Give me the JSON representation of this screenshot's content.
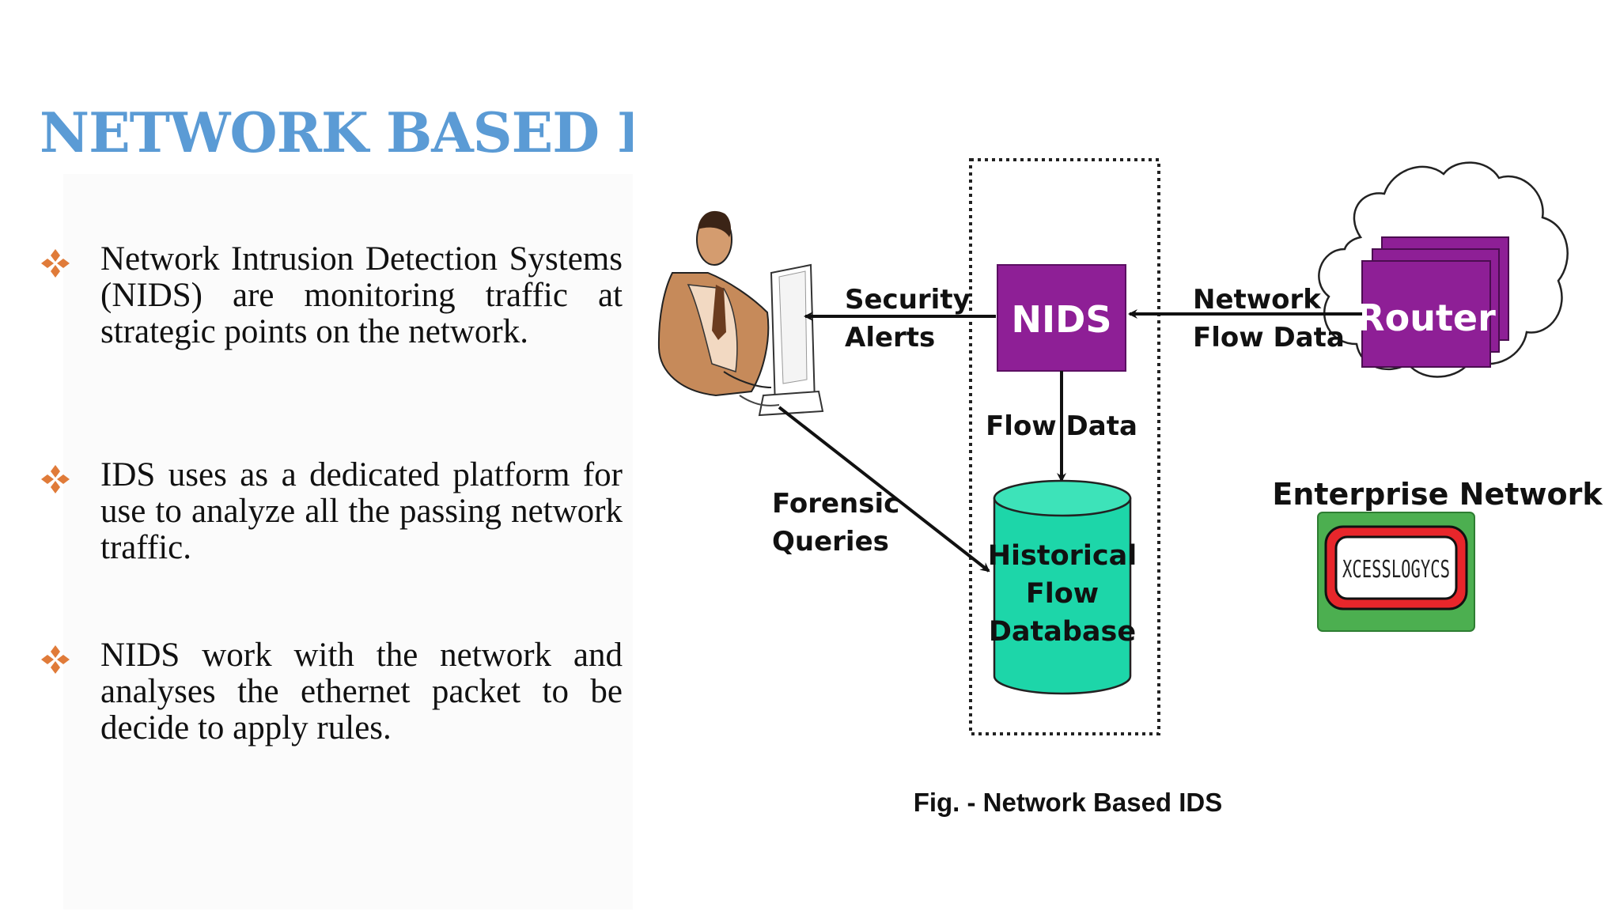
{
  "slide": {
    "title": "NETWORK BASED IDS",
    "bullets": [
      {
        "text": "Network Intrusion Detection Systems (NIDS) are monitoring traffic at strategic points on the network."
      },
      {
        "text": "IDS uses as a dedicated platform for use to analyze all the passing network traffic."
      },
      {
        "text": "NIDS work with the network and analyses the ethernet packet to be decide to apply rules."
      }
    ],
    "bullet_icon": "diamond-cluster-icon"
  },
  "diagram": {
    "nids_label": "NIDS",
    "router_label": "Router",
    "database_lines": [
      "Historical",
      "Flow",
      "Database"
    ],
    "security_alerts_lines": [
      "Security",
      "Alerts"
    ],
    "network_flow_lines": [
      "Network",
      "Flow Data"
    ],
    "flow_data_label": "Flow Data",
    "forensic_lines": [
      "Forensic",
      "Queries"
    ],
    "enterprise_label": "Enterprise Network",
    "logo_text": "XCESSLOGYCS",
    "user_icon": "analyst-at-computer-icon",
    "cloud_icon": "cloud-icon",
    "colors": {
      "nids_fill": "#8e1f96",
      "router_fill": "#8e1f96",
      "database_fill": "#1dd6a9",
      "title": "#5b9bd5",
      "bullet": "#e07b39",
      "logo_outer": "#4caf50",
      "logo_ring": "#e8262b"
    }
  },
  "caption": "Fig. - Network Based IDS"
}
